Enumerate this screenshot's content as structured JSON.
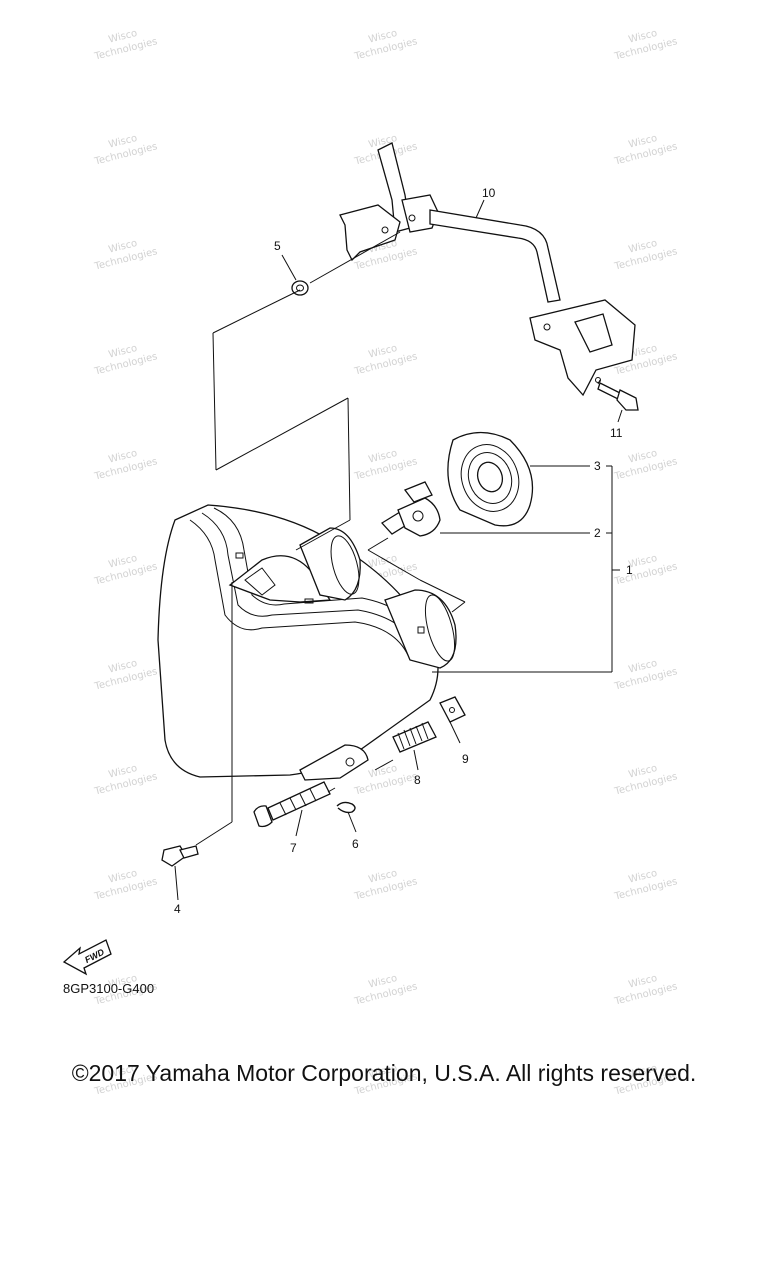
{
  "callouts": [
    {
      "id": "c1",
      "num": "1"
    },
    {
      "id": "c2",
      "num": "2"
    },
    {
      "id": "c3",
      "num": "3"
    },
    {
      "id": "c4",
      "num": "4"
    },
    {
      "id": "c5",
      "num": "5"
    },
    {
      "id": "c6",
      "num": "6"
    },
    {
      "id": "c7",
      "num": "7"
    },
    {
      "id": "c8",
      "num": "8"
    },
    {
      "id": "c9",
      "num": "9"
    },
    {
      "id": "c10",
      "num": "10"
    },
    {
      "id": "c11",
      "num": "11"
    }
  ],
  "fwd_label": "FWD",
  "diagram_ref": "8GP3100-G400",
  "copyright": "©2017 Yamaha Motor Corporation, U.S.A. All rights reserved.",
  "watermark": {
    "line1": "Wisco",
    "line2": "Technologies"
  }
}
